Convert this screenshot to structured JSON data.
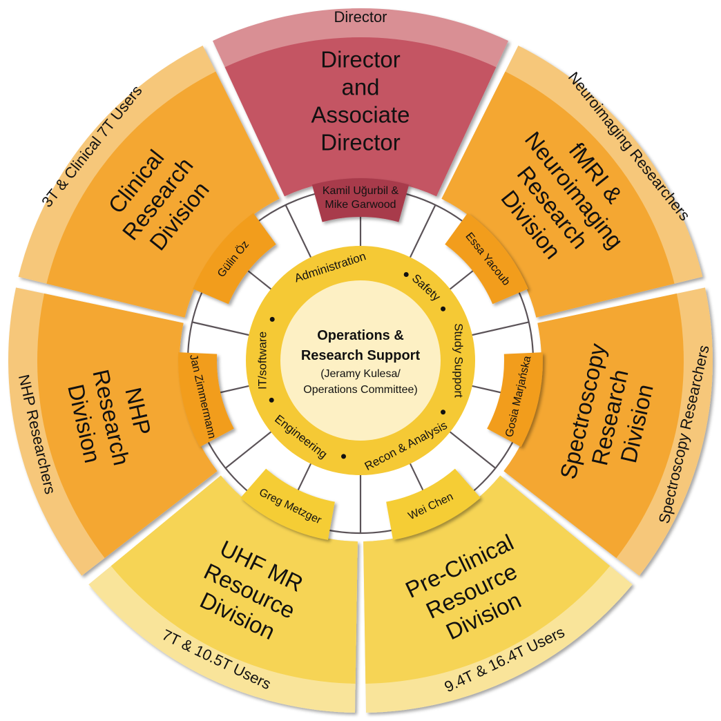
{
  "colors": {
    "director_band": "#d98f94",
    "director_main": "#c45464",
    "director_tab": "#a83a4c",
    "orange_band": "#f6c77a",
    "orange_main": "#f4a732",
    "orange_tab": "#f29d1f",
    "yellow_band": "#f9e49a",
    "yellow_main": "#f6d454",
    "yellow_tab": "#f5cd35",
    "ring": "#f5c935",
    "core": "#fdf0c4",
    "connector": "#5b5358"
  },
  "sectors": [
    {
      "id": "director",
      "band_label": "Director",
      "title_lines": [
        "Director",
        "and",
        "Associate",
        "Director"
      ],
      "leader": "Kamil Uğurbil &",
      "leader_2": "Mike Garwood",
      "palette": "director"
    },
    {
      "id": "fmri",
      "band_label": "Neuroimaging Researchers",
      "title_lines": [
        "fMRI &",
        "Neuroimaging",
        "Research",
        "Division"
      ],
      "leader": "Essa Yacoub",
      "palette": "orange"
    },
    {
      "id": "spectroscopy",
      "band_label": "Spectroscopy Researchers",
      "title_lines": [
        "Spectroscopy",
        "Research",
        "Division"
      ],
      "leader": "Gosia Marjańska",
      "palette": "orange"
    },
    {
      "id": "preclinical",
      "band_label": "9.4T & 16.4T Users",
      "title_lines": [
        "Pre-Clinical",
        "Resource",
        "Division"
      ],
      "leader": "Wei Chen",
      "palette": "yellow"
    },
    {
      "id": "uhf",
      "band_label": "7T & 10.5T Users",
      "title_lines": [
        "UHF MR",
        "Resource",
        "Division"
      ],
      "leader": "Greg Metzger",
      "palette": "yellow"
    },
    {
      "id": "nhp",
      "band_label": "NHP Researchers",
      "title_lines": [
        "NHP",
        "Research",
        "Division"
      ],
      "leader": "Jan Zimmermann",
      "palette": "orange"
    },
    {
      "id": "clinical",
      "band_label": "3T & Clinical 7T Users",
      "title_lines": [
        "Clinical",
        "Research",
        "Division"
      ],
      "leader": "Gülin Öz",
      "palette": "orange"
    }
  ],
  "support_ring": {
    "items": [
      "Administration",
      "Safety",
      "Study Support",
      "Recon & Analysis",
      "Engineering",
      "IT/software"
    ]
  },
  "core": {
    "title_1": "Operations &",
    "title_2": "Research Support",
    "sub_1": "(Jeramy Kulesa/",
    "sub_2": "Operations Committee)"
  }
}
